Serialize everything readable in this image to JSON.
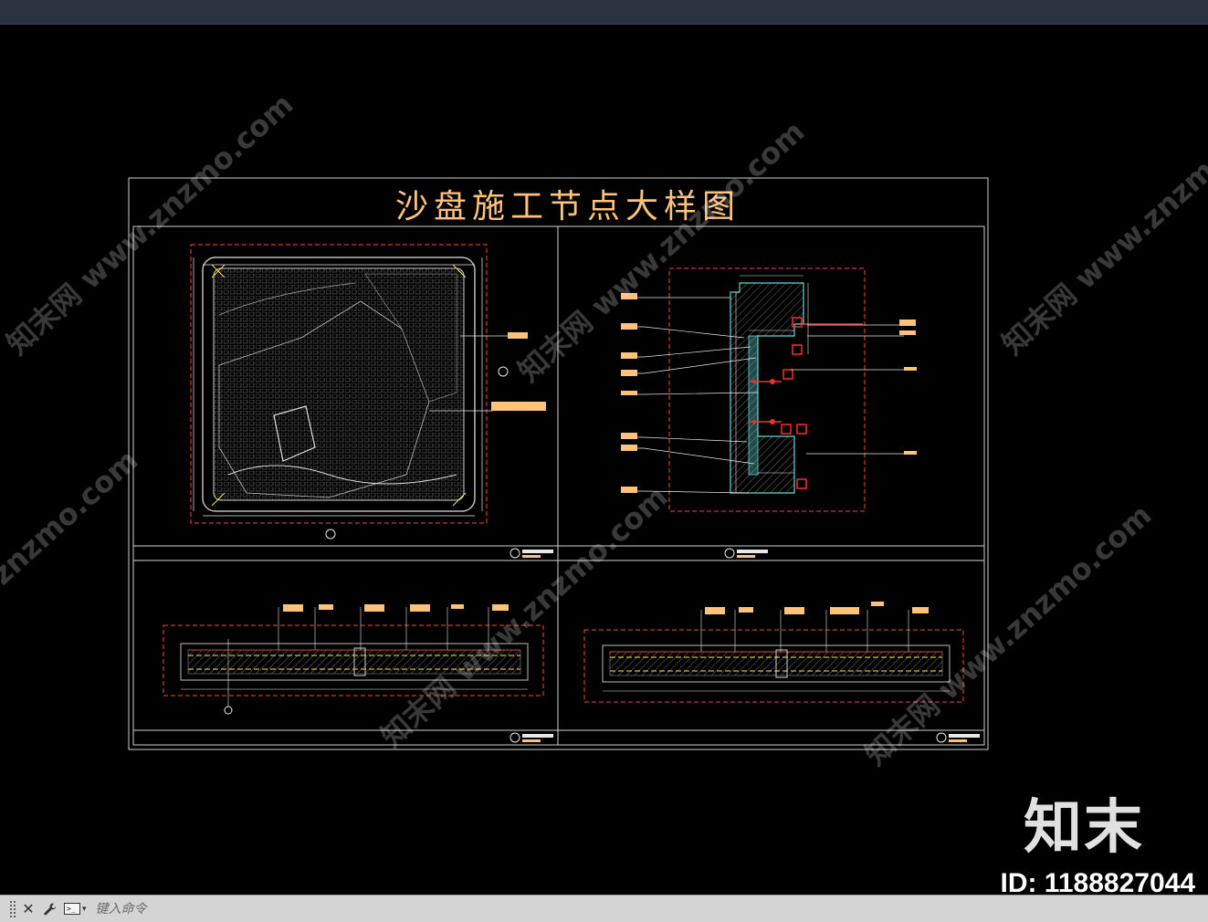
{
  "drawing": {
    "title": "沙盘施工节点大样图"
  },
  "watermarks": [
    "知末网 www.znzmo.com",
    "知末网 www.znzmo.com",
    "知末网 www.znzmo.com",
    "知末网 www.znzmo.com",
    "知末网 www.znzmo.com",
    "知末网 www.znzmo.com"
  ],
  "brand": {
    "logo": "知末",
    "id_label": "ID: 1188827044"
  },
  "command_bar": {
    "placeholder": "键入命令",
    "close_icon": "close-icon",
    "customize_icon": "wrench-icon",
    "prompt_icon": "command-prompt-icon",
    "prompt_glyph": ">_"
  },
  "colors": {
    "background": "#000000",
    "frame": "#d9d9d9",
    "title": "#ffc27a",
    "dim_red": "#ff3b3b",
    "cyan": "#64d8d8",
    "yellow": "#ffe14d",
    "leader_white": "#e8e8e8"
  }
}
